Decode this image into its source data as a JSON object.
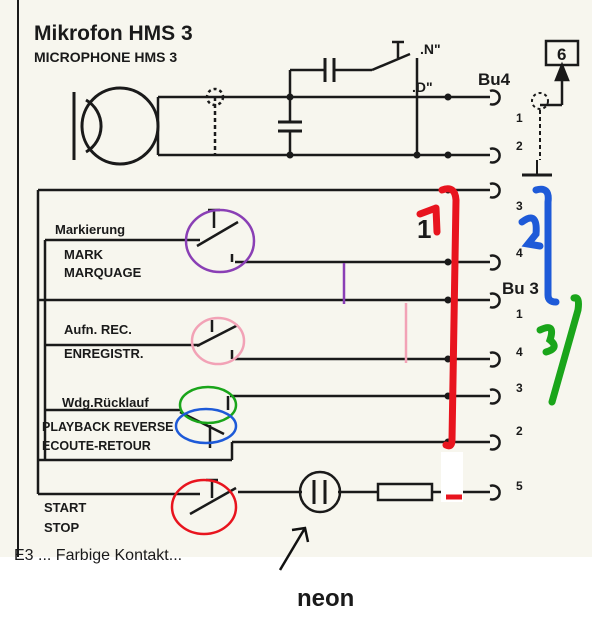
{
  "title": {
    "de": "Mikrofon HMS 3",
    "en": "MICROPHONE HMS 3"
  },
  "connectors": {
    "bu4": "Bu4",
    "bu3": "Bu 3",
    "box": "6"
  },
  "switch_labels": {
    "n": ".N\"",
    "d": ".D\""
  },
  "pins_bu4": [
    "1",
    "2",
    "3",
    "4"
  ],
  "pins_bu3": [
    "1",
    "4",
    "3",
    "2",
    "5"
  ],
  "left_labels": {
    "markierung": "Markierung",
    "mark": "MARK",
    "marquage": "MARQUAGE",
    "aufn": "Aufn. REC.",
    "enregistr": "ENREGISTR.",
    "wdg": "Wdg.Rücklauf",
    "playback": "PLAYBACK REVERSE",
    "ecoute": "ECOUTE-RETOUR",
    "start": "START",
    "stop": "STOP"
  },
  "annotations": {
    "red": "1",
    "blue": "2",
    "green": "3",
    "neon": "neon"
  },
  "bottom_text": "E3 ... Farbige Kontakt...",
  "colors": {
    "ink": "#1a1a1a",
    "paper": "#f7f6ee",
    "red": "#e8141e",
    "blue": "#1e5ad8",
    "green": "#1aa51a",
    "purple": "#8a3fb5",
    "pink": "#f2a2b6"
  }
}
